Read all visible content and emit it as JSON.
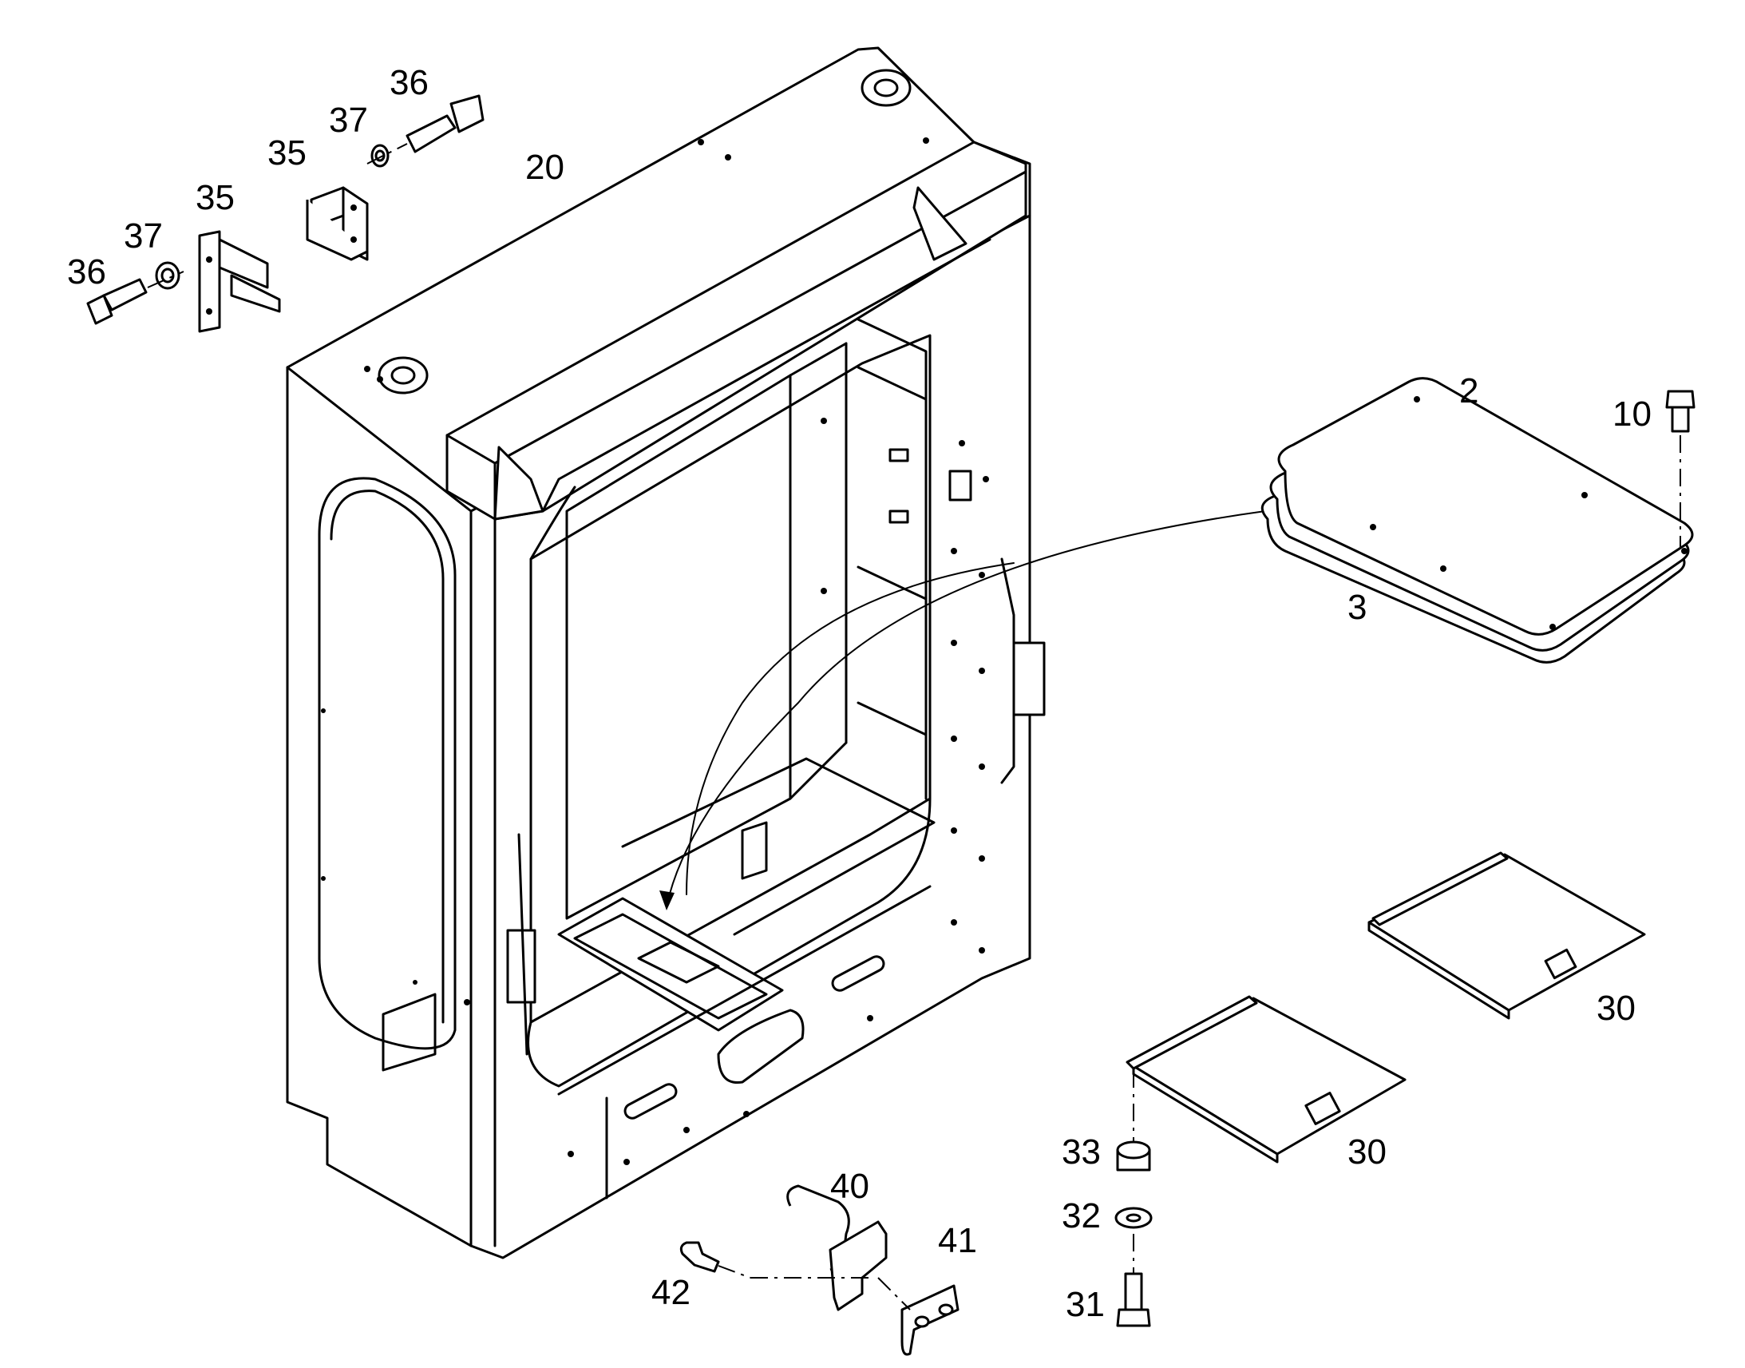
{
  "callouts": [
    {
      "id": "lbl-36a",
      "text": "36"
    },
    {
      "id": "lbl-37a",
      "text": "37"
    },
    {
      "id": "lbl-35a",
      "text": "35"
    },
    {
      "id": "lbl-20",
      "text": "20"
    },
    {
      "id": "lbl-35b",
      "text": "35"
    },
    {
      "id": "lbl-37b",
      "text": "37"
    },
    {
      "id": "lbl-36b",
      "text": "36"
    },
    {
      "id": "lbl-2",
      "text": "2"
    },
    {
      "id": "lbl-10",
      "text": "10"
    },
    {
      "id": "lbl-3",
      "text": "3"
    },
    {
      "id": "lbl-30a",
      "text": "30"
    },
    {
      "id": "lbl-30b",
      "text": "30"
    },
    {
      "id": "lbl-33",
      "text": "33"
    },
    {
      "id": "lbl-32",
      "text": "32"
    },
    {
      "id": "lbl-31",
      "text": "31"
    },
    {
      "id": "lbl-40",
      "text": "40"
    },
    {
      "id": "lbl-41",
      "text": "41"
    },
    {
      "id": "lbl-42",
      "text": "42"
    }
  ]
}
